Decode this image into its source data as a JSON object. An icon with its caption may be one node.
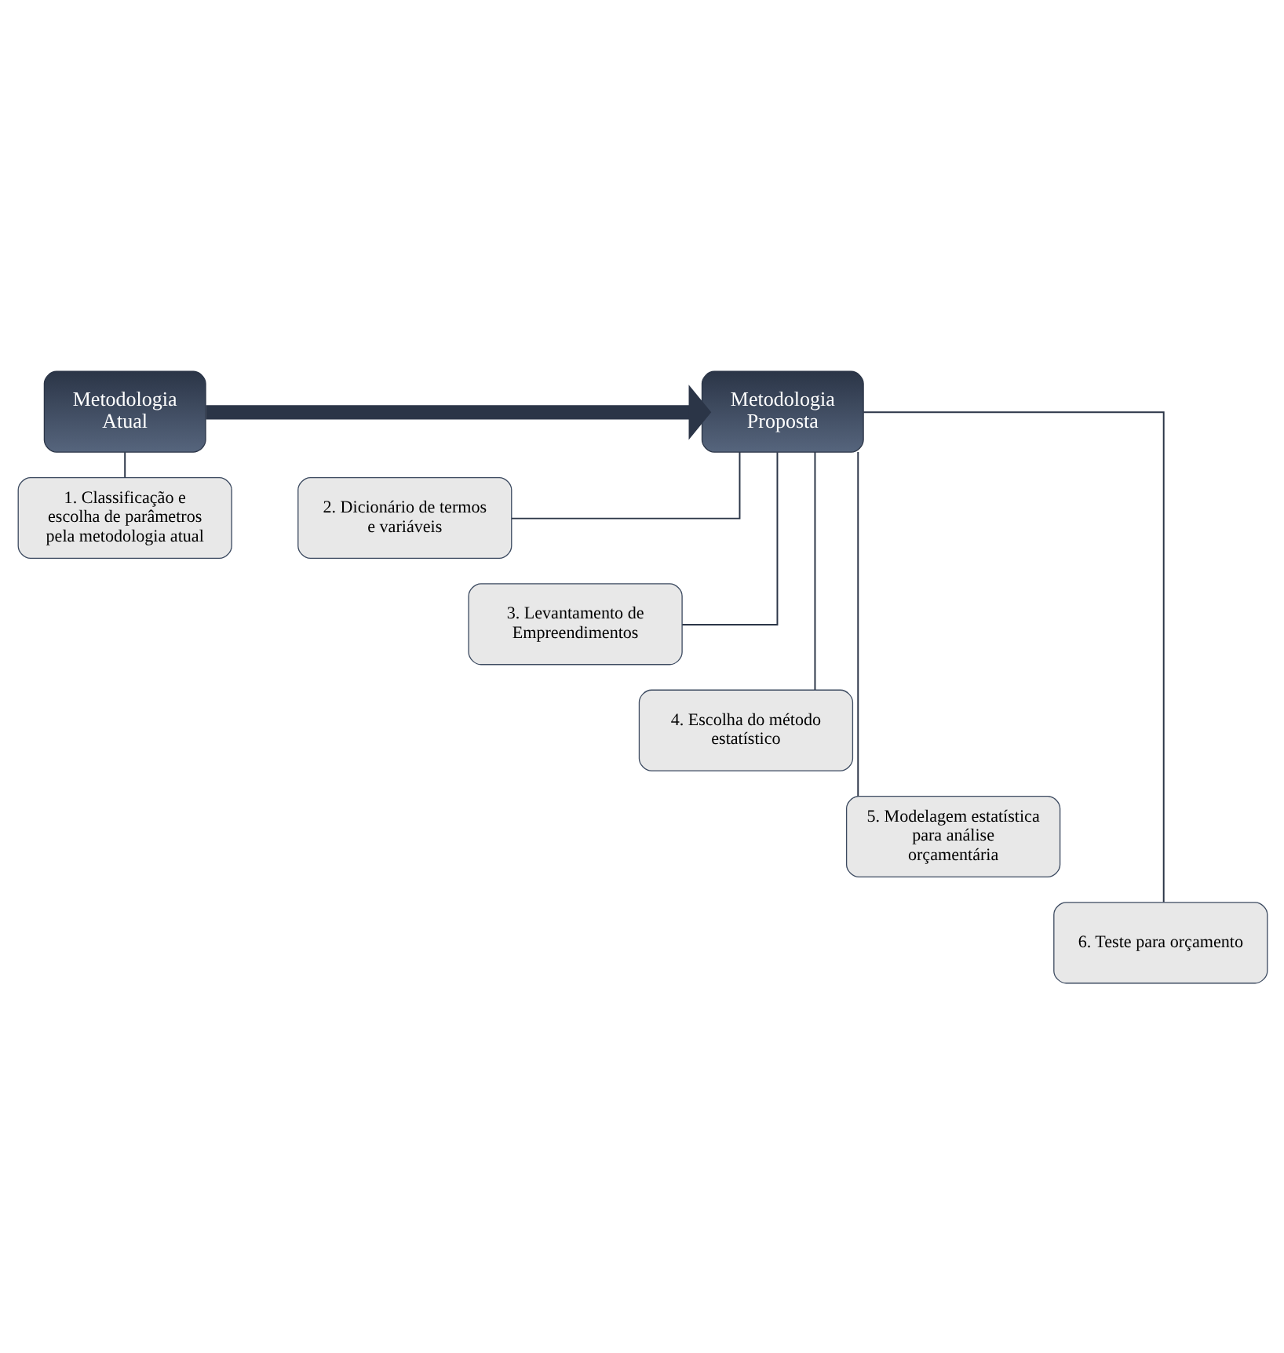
{
  "diagram": {
    "nodes": [
      {
        "text": [
          "Metodologia Atual"
        ]
      },
      {
        "text": [
          "Metodologia Proposta"
        ]
      },
      {
        "text": [
          "1. Classificação e escolha de parâmetros pela metodologia atual"
        ]
      },
      {
        "text": [
          "2. Dicionário de termos e variáveis"
        ]
      },
      {
        "text": [
          "3. Levantamento de Empreendimentos"
        ]
      },
      {
        "text": [
          "4. Escolha do método estatístico"
        ]
      },
      {
        "text": [
          "5. Modelagem estatística para análise orçamentária"
        ]
      },
      {
        "text": [
          "6. Teste para orçamento"
        ]
      }
    ],
    "edges": [
      {
        "from": 0,
        "to": 1,
        "arrow": "to",
        "style": "thick"
      },
      {
        "from": 0,
        "to": 2,
        "arrow": "none"
      },
      {
        "from": 1,
        "to": 3,
        "arrow": "none"
      },
      {
        "from": 1,
        "to": 4,
        "arrow": "none"
      },
      {
        "from": 1,
        "to": 5,
        "arrow": "none"
      },
      {
        "from": 1,
        "to": 6,
        "arrow": "none"
      },
      {
        "from": 1,
        "to": 7,
        "arrow": "none"
      }
    ]
  }
}
